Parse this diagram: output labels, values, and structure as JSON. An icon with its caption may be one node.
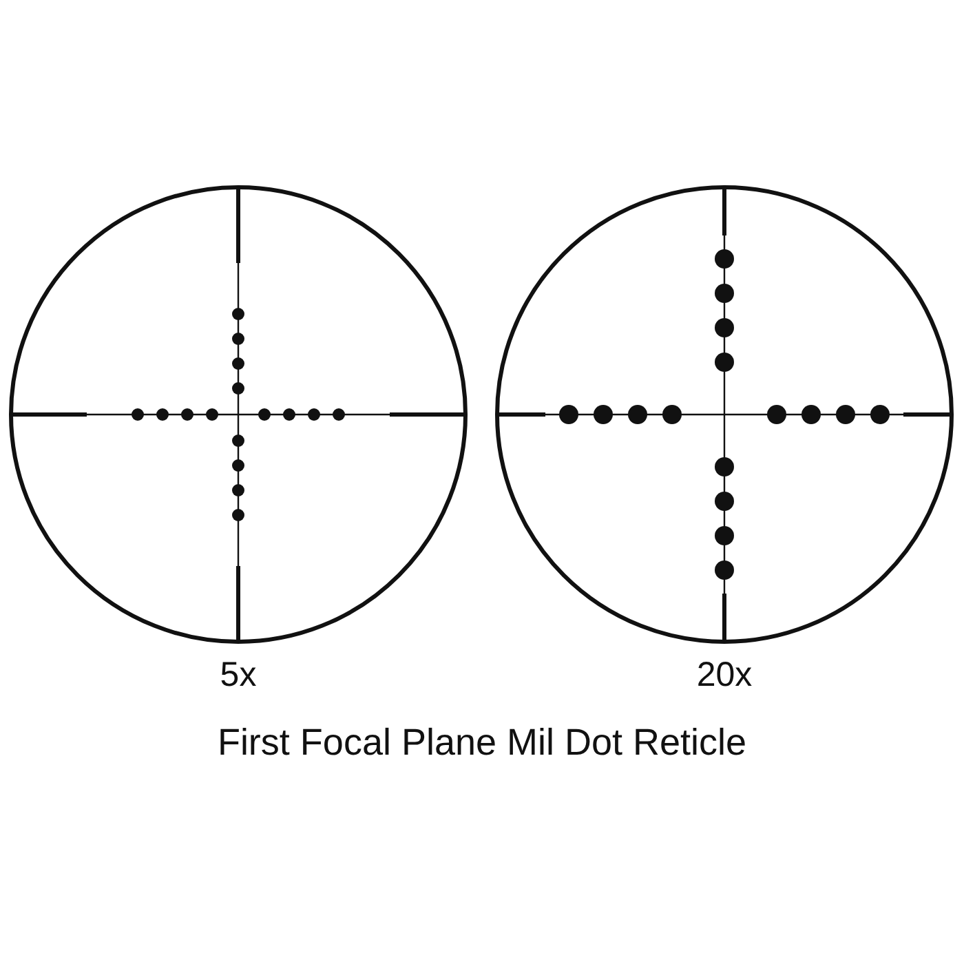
{
  "diagram": {
    "caption": "First Focal Plane Mil Dot Reticle",
    "labels": [
      "5x",
      "20x"
    ]
  }
}
